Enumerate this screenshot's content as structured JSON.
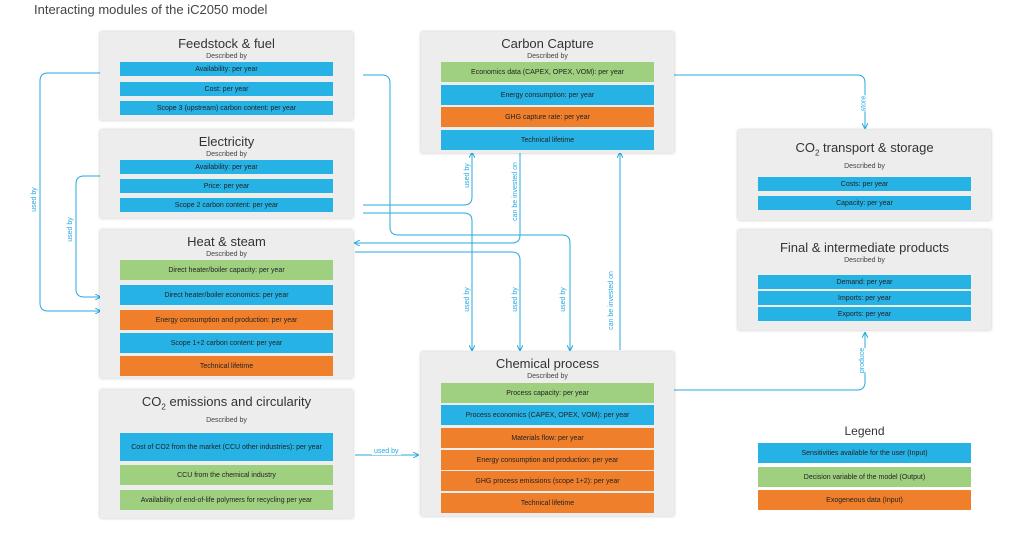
{
  "title": "Interacting modules of the iC2050 model",
  "described_by": "Described by",
  "modules": {
    "feedstock": {
      "title": "Feedstock & fuel",
      "items": [
        "Availability: per year",
        "Cost: per year",
        "Scope 3 (upstream) carbon content: per year"
      ]
    },
    "electricity": {
      "title": "Electricity",
      "items": [
        "Availability: per year",
        "Price: per year",
        "Scope 2 carbon content: per year"
      ]
    },
    "heat": {
      "title": "Heat & steam",
      "items": [
        "Direct heater/boiler capacity: per year",
        "Direct heater/boiler economics: per year",
        "Energy consumption and production: per year",
        "Scope 1+2 carbon content: per year",
        "Technical lifetime"
      ]
    },
    "co2emissions": {
      "title_pre": "CO",
      "title_sub": "2",
      "title_post": " emissions and circularity",
      "items": [
        "Cost of CO2 from the market (CCU other industries): per year",
        "CCU from the chemical industry",
        "Availability of end-of-life polymers for recycling per year"
      ]
    },
    "carboncapture": {
      "title": "Carbon Capture",
      "items": [
        "Economics data (CAPEX, OPEX, VOM): per year",
        "Energy consumption: per year",
        "GHG capture rate: per year",
        "Technical lifetime"
      ]
    },
    "chemical": {
      "title": "Chemical process",
      "items": [
        "Process capacity: per year",
        "Process economics (CAPEX, OPEX, VOM): per year",
        "Materials flow: per year",
        "Energy consumption and production: per year",
        "GHG process emissions (scope 1+2): per year",
        "Technical lifetime"
      ]
    },
    "co2transport": {
      "title_pre": "CO",
      "title_sub": "2",
      "title_post": " transport & storage",
      "items": [
        "Costs: per year",
        "Capacity: per year"
      ]
    },
    "products": {
      "title": "Final & intermediate products",
      "items": [
        "Demand: per year",
        "Imports: per year",
        "Exports: per year"
      ]
    }
  },
  "connectors": {
    "used_by": "used by",
    "can_be_invested_on": "can be invested on",
    "store": "store",
    "produce": "produce"
  },
  "legend": {
    "title": "Legend",
    "items": [
      "Sensitivities available for the user (Input)",
      "Decision variable of the model (Output)",
      "Exogeneous data (Input)"
    ]
  },
  "colors": {
    "input": "#27b2e6",
    "output": "#9fd07f",
    "exogenous": "#f07f2b",
    "connector": "#27a9e1"
  }
}
